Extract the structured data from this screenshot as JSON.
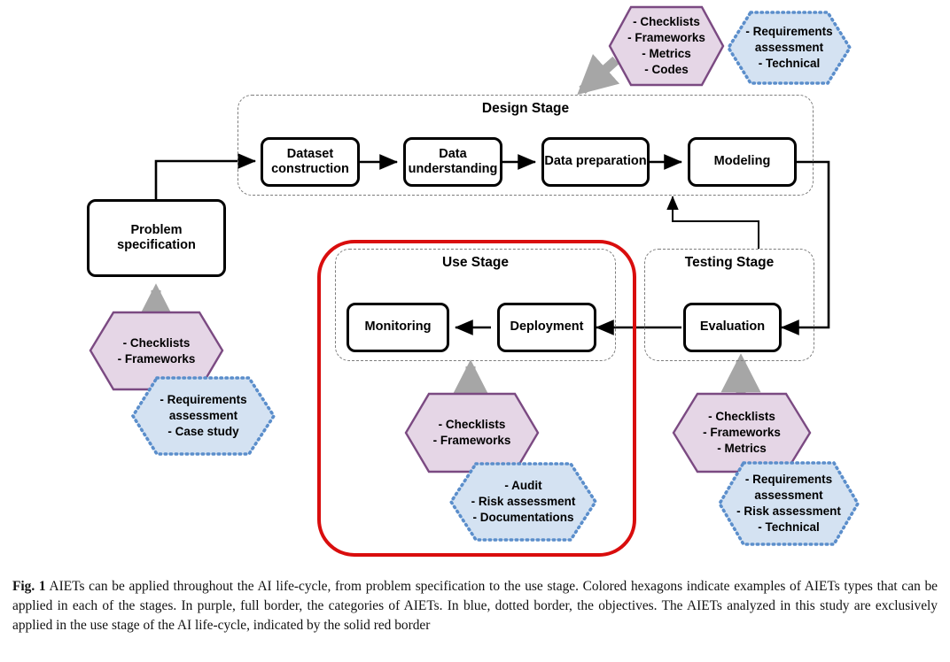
{
  "figure": {
    "stages": [
      {
        "id": "design",
        "title": "Design Stage"
      },
      {
        "id": "use",
        "title": "Use Stage"
      },
      {
        "id": "testing",
        "title": "Testing Stage"
      }
    ],
    "nodes": [
      {
        "id": "problem",
        "label": "Problem\nspecification"
      },
      {
        "id": "dataset",
        "label": "Dataset\nconstruction"
      },
      {
        "id": "dataunder",
        "label": "Data\nunderstanding"
      },
      {
        "id": "dataprep",
        "label": "Data preparation"
      },
      {
        "id": "modeling",
        "label": "Modeling"
      },
      {
        "id": "monitoring",
        "label": "Monitoring"
      },
      {
        "id": "deployment",
        "label": "Deployment"
      },
      {
        "id": "evaluation",
        "label": "Evaluation"
      }
    ],
    "hexagons": [
      {
        "id": "design-purple",
        "kind": "purple",
        "label": "- Checklists\n- Frameworks\n- Metrics\n- Codes"
      },
      {
        "id": "design-blue",
        "kind": "blue",
        "label": "- Requirements\nassessment\n- Technical"
      },
      {
        "id": "problem-purple",
        "kind": "purple",
        "label": "- Checklists\n- Frameworks"
      },
      {
        "id": "problem-blue",
        "kind": "blue",
        "label": "- Requirements\nassessment\n- Case study"
      },
      {
        "id": "use-purple",
        "kind": "purple",
        "label": "- Checklists\n- Frameworks"
      },
      {
        "id": "use-blue",
        "kind": "blue",
        "label": "- Audit\n- Risk assessment\n- Documentations"
      },
      {
        "id": "testing-purple",
        "kind": "purple",
        "label": "- Checklists\n- Frameworks\n- Metrics"
      },
      {
        "id": "testing-blue",
        "kind": "blue",
        "label": "- Requirements\nassessment\n- Risk assessment\n- Technical"
      }
    ],
    "colors": {
      "purple_fill": "#e5d6e6",
      "purple_stroke": "#7b4a82",
      "blue_fill": "#d4e2f2",
      "blue_stroke": "#5b8ecb",
      "gray_arrow": "#a6a6a6",
      "red_border": "#d90d0d",
      "node_stroke": "#000000",
      "stage_stroke": "#7d7d7d"
    }
  },
  "caption": {
    "label": "Fig. 1",
    "text": "AIETs can be applied throughout the AI life-cycle, from problem specification to the use stage. Colored hexagons indicate examples of AIETs types that can be applied in each of the stages. In purple, full border, the categories of AIETs. In blue, dotted border, the objectives. The AIETs analyzed in this study are exclusively applied in the use stage of the AI life-cycle, indicated by the solid red border"
  }
}
